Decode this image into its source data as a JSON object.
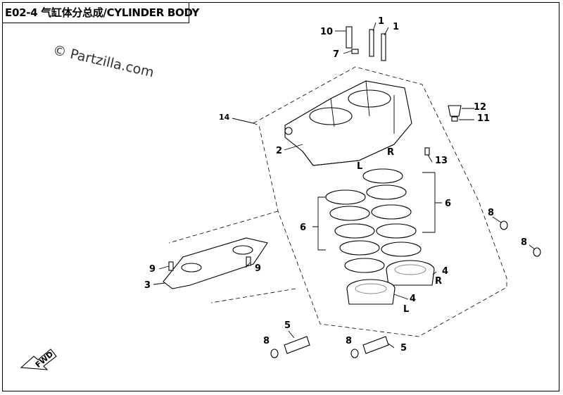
{
  "diagram": {
    "title": "E02-4 气缸体分总成/CYLINDER BODY",
    "watermark": "© Partzilla.com",
    "fwd_label": "FWD",
    "callouts": [
      {
        "id": "c10",
        "text": "10"
      },
      {
        "id": "c1a",
        "text": "1"
      },
      {
        "id": "c1b",
        "text": "1"
      },
      {
        "id": "c7",
        "text": "7"
      },
      {
        "id": "c14",
        "text": "14"
      },
      {
        "id": "c12",
        "text": "12"
      },
      {
        "id": "c11",
        "text": "11"
      },
      {
        "id": "c2",
        "text": "2"
      },
      {
        "id": "cR1",
        "text": "R"
      },
      {
        "id": "c13",
        "text": "13"
      },
      {
        "id": "cL1",
        "text": "L"
      },
      {
        "id": "c6a",
        "text": "6"
      },
      {
        "id": "c6b",
        "text": "6"
      },
      {
        "id": "c8a",
        "text": "8"
      },
      {
        "id": "c8b",
        "text": "8"
      },
      {
        "id": "c9a",
        "text": "9"
      },
      {
        "id": "c9b",
        "text": "9"
      },
      {
        "id": "c3",
        "text": "3"
      },
      {
        "id": "c4a",
        "text": "4"
      },
      {
        "id": "cR2",
        "text": "R"
      },
      {
        "id": "c4b",
        "text": "4"
      },
      {
        "id": "cL2",
        "text": "L"
      },
      {
        "id": "c5a",
        "text": "5"
      },
      {
        "id": "c8c",
        "text": "8"
      },
      {
        "id": "c8d",
        "text": "8"
      },
      {
        "id": "c5b",
        "text": "5"
      }
    ]
  }
}
